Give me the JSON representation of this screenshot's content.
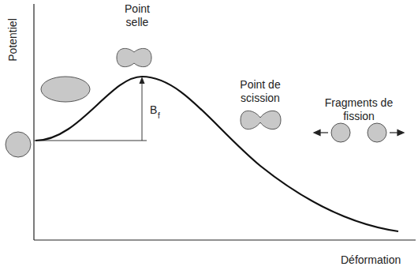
{
  "diagram": {
    "labels": [
      "Potentiel",
      "Point selle",
      "Point de scission",
      "Fragments de fission",
      "B",
      "f",
      "Déformation"
    ]
  }
}
